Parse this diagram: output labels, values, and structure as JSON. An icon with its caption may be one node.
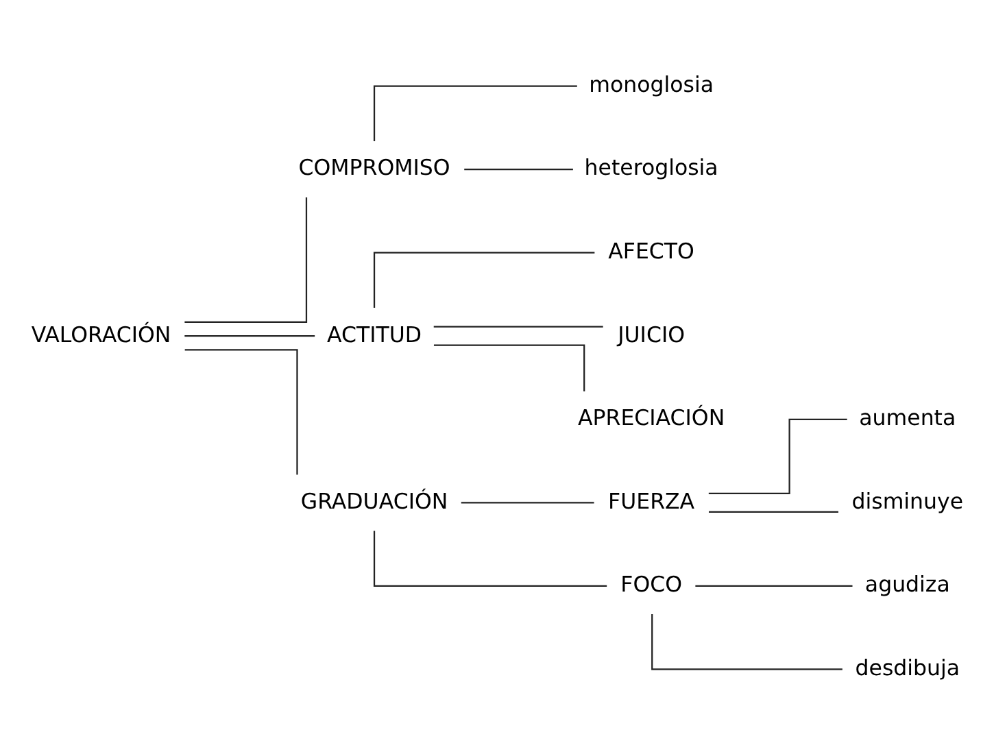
{
  "diagram": {
    "nodes": [
      {
        "text": [
          "VALORACIÓN"
        ]
      },
      {
        "text": [
          "COMPROMISO"
        ]
      },
      {
        "text": [
          "monoglosia"
        ]
      },
      {
        "text": [
          "heteroglosia"
        ]
      },
      {
        "text": [
          "ACTITUD"
        ]
      },
      {
        "text": [
          "AFECTO"
        ]
      },
      {
        "text": [
          "JUICIO"
        ]
      },
      {
        "text": [
          "APRECIACIÓN"
        ]
      },
      {
        "text": [
          "GRADUACIÓN"
        ]
      },
      {
        "text": [
          "FUERZA"
        ]
      },
      {
        "text": [
          "aumenta"
        ]
      },
      {
        "text": [
          "disminuye"
        ]
      },
      {
        "text": [
          "FOCO"
        ]
      },
      {
        "text": [
          "agudiza"
        ]
      },
      {
        "text": [
          "desdibuja"
        ]
      }
    ],
    "edges": [
      {
        "from": 0,
        "to": 1,
        "arrow": "none"
      },
      {
        "from": 0,
        "to": 4,
        "arrow": "none"
      },
      {
        "from": 0,
        "to": 8,
        "arrow": "none"
      },
      {
        "from": 1,
        "to": 2,
        "arrow": "none"
      },
      {
        "from": 1,
        "to": 3,
        "arrow": "none"
      },
      {
        "from": 4,
        "to": 5,
        "arrow": "none"
      },
      {
        "from": 4,
        "to": 6,
        "arrow": "none"
      },
      {
        "from": 4,
        "to": 7,
        "arrow": "none"
      },
      {
        "from": 8,
        "to": 9,
        "arrow": "none"
      },
      {
        "from": 8,
        "to": 12,
        "arrow": "none"
      },
      {
        "from": 9,
        "to": 10,
        "arrow": "none"
      },
      {
        "from": 9,
        "to": 11,
        "arrow": "none"
      },
      {
        "from": 12,
        "to": 13,
        "arrow": "none"
      },
      {
        "from": 12,
        "to": 14,
        "arrow": "none"
      }
    ]
  }
}
